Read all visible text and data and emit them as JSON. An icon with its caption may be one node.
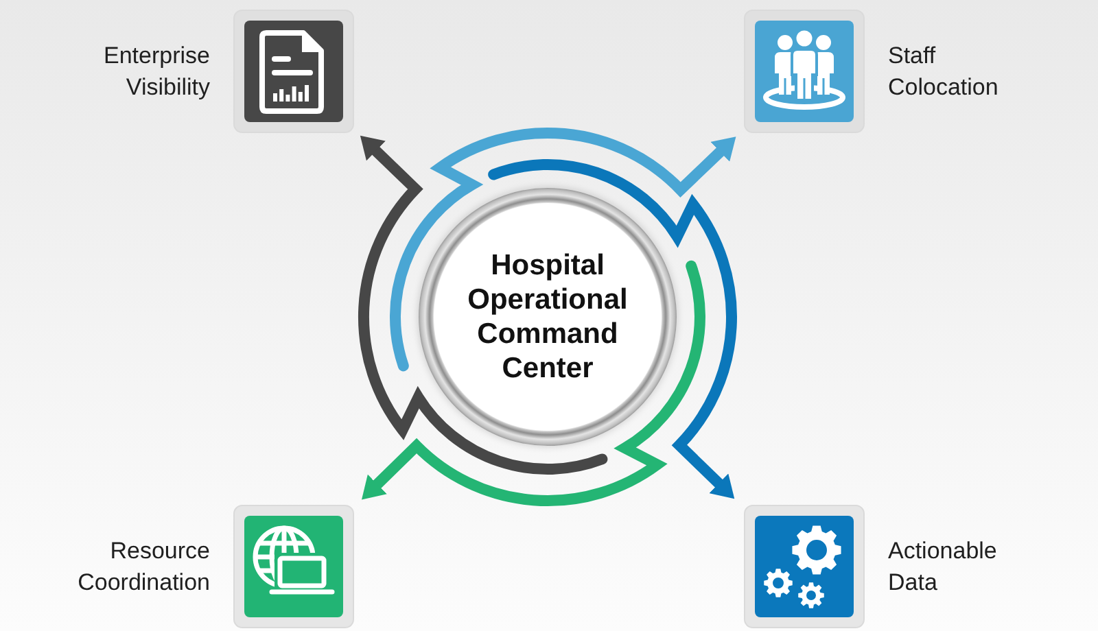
{
  "diagram": {
    "nodes": [
      {
        "text": [
          "Enterprise Visibility"
        ]
      },
      {
        "text": [
          "Staff Colocation"
        ]
      },
      {
        "text": [
          "Hospital Operational Command Center"
        ]
      },
      {
        "text": [
          "Resource Coordination"
        ]
      },
      {
        "text": [
          "Actionable Data"
        ]
      }
    ],
    "edges": [
      {
        "from": 2,
        "to": 0,
        "arrow": "to",
        "color": "#474747"
      },
      {
        "from": 2,
        "to": 1,
        "arrow": "to",
        "color": "#4aa6d4"
      },
      {
        "from": 2,
        "to": 4,
        "arrow": "to",
        "color": "#0b77ba"
      },
      {
        "from": 2,
        "to": 3,
        "arrow": "to",
        "color": "#24b574"
      }
    ]
  }
}
